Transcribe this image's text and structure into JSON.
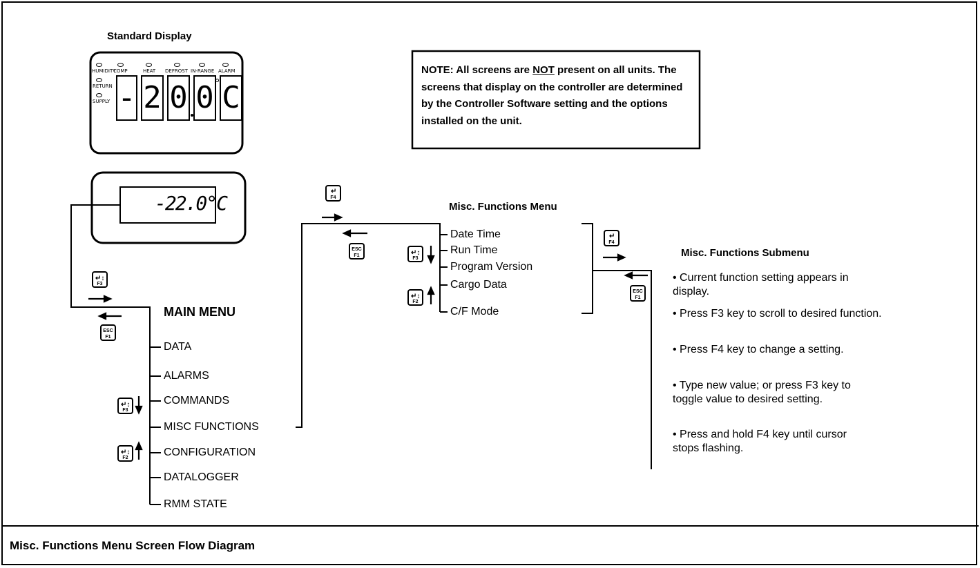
{
  "standard_display": {
    "title": "Standard Display",
    "indicators": {
      "humidity": "HUMIDITY",
      "comp": "COMP",
      "heat": "HEAT",
      "defrost": "DEFROST",
      "in_range": "IN-RANGE",
      "alarm": "ALARM",
      "return": "RETURN",
      "supply": "SUPPLY"
    },
    "digits": [
      "-",
      "2",
      "0",
      "0",
      "C"
    ]
  },
  "text_display": {
    "value": "-22.0°C"
  },
  "note": {
    "lead": "NOTE: All screens are ",
    "emph": "NOT",
    "rest": " present on all units. The screens that display on the controller are determined by the Controller Software setting and the options installed on the unit."
  },
  "keys": {
    "enter": "F4",
    "esc_top": "ESC",
    "esc_bottom": "F1",
    "f3": "F3",
    "f2": "F2"
  },
  "main_menu": {
    "title": "MAIN MENU",
    "items": [
      "DATA",
      "ALARMS",
      "COMMANDS",
      "MISC FUNCTIONS",
      "CONFIGURATION",
      "DATALOGGER",
      "RMM STATE"
    ]
  },
  "misc_menu": {
    "title": "Misc. Functions Menu",
    "items": [
      "Date Time",
      "Run Time",
      "Program Version",
      "Cargo Data",
      "C/F Mode"
    ]
  },
  "submenu": {
    "title": "Misc. Functions Submenu",
    "bullets": [
      "Current function setting appears in display.",
      "Press F3 key to scroll to desired function.",
      "Press F4 key to change a setting.",
      "Type new value; or press F3 key to toggle value to desired setting.",
      "Press and hold F4 key until cursor stops flashing."
    ]
  },
  "caption": "Misc. Functions Menu Screen Flow Diagram"
}
